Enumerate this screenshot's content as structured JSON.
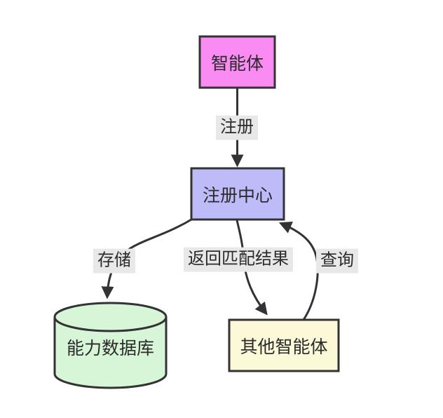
{
  "diagram": {
    "type": "flowchart",
    "direction": "top-down",
    "nodes": [
      {
        "id": "agent",
        "label": "智能体",
        "shape": "rectangle",
        "fill": "#f98bf2"
      },
      {
        "id": "registry",
        "label": "注册中心",
        "shape": "rectangle",
        "fill": "#bdbcf9"
      },
      {
        "id": "capability-db",
        "label": "能力数据库",
        "shape": "cylinder",
        "fill": "#d7f6d7"
      },
      {
        "id": "other-agents",
        "label": "其他智能体",
        "shape": "rectangle",
        "fill": "#fcf9d8"
      }
    ],
    "edges": [
      {
        "from": "agent",
        "to": "registry",
        "label": "注册"
      },
      {
        "from": "registry",
        "to": "capability-db",
        "label": "存储"
      },
      {
        "from": "registry",
        "to": "other-agents",
        "label": "返回匹配结果"
      },
      {
        "from": "other-agents",
        "to": "registry",
        "label": "查询"
      }
    ],
    "colors": {
      "stroke": "#333333",
      "text": "#2b2b2b",
      "edge_label_background": "#e8e8e8",
      "page_background": "#ffffff",
      "agent_fill": "#f98bf2",
      "registry_fill": "#bdbcf9",
      "capability_db_fill": "#d7f6d7",
      "other_agents_fill": "#fcf9d8"
    }
  }
}
